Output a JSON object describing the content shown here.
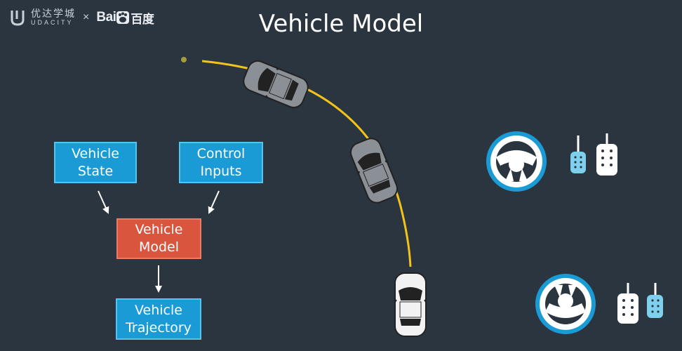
{
  "branding": {
    "udacity_cn": "优达学城",
    "udacity_en": "UDACITY",
    "separator": "×",
    "baidu_latin": "Bai",
    "baidu_cn": "百度"
  },
  "title": "Vehicle Model",
  "boxes": {
    "vehicle_state": "Vehicle\nState",
    "control_inputs": "Control\nInputs",
    "vehicle_model": "Vehicle\nModel",
    "vehicle_trajectory": "Vehicle\nTrajectory"
  },
  "colors": {
    "background": "#2b3540",
    "box_blue": "#1a9bd6",
    "box_red": "#d9553d",
    "trajectory": "#f2c419",
    "car_gray": "#8b9096",
    "car_white": "#f2f2f2",
    "pedal_blue": "#7fd0ef"
  },
  "icons": [
    "udacity-logo-icon",
    "baidu-paw-icon",
    "steering-wheel-icon",
    "pedal-icon"
  ]
}
